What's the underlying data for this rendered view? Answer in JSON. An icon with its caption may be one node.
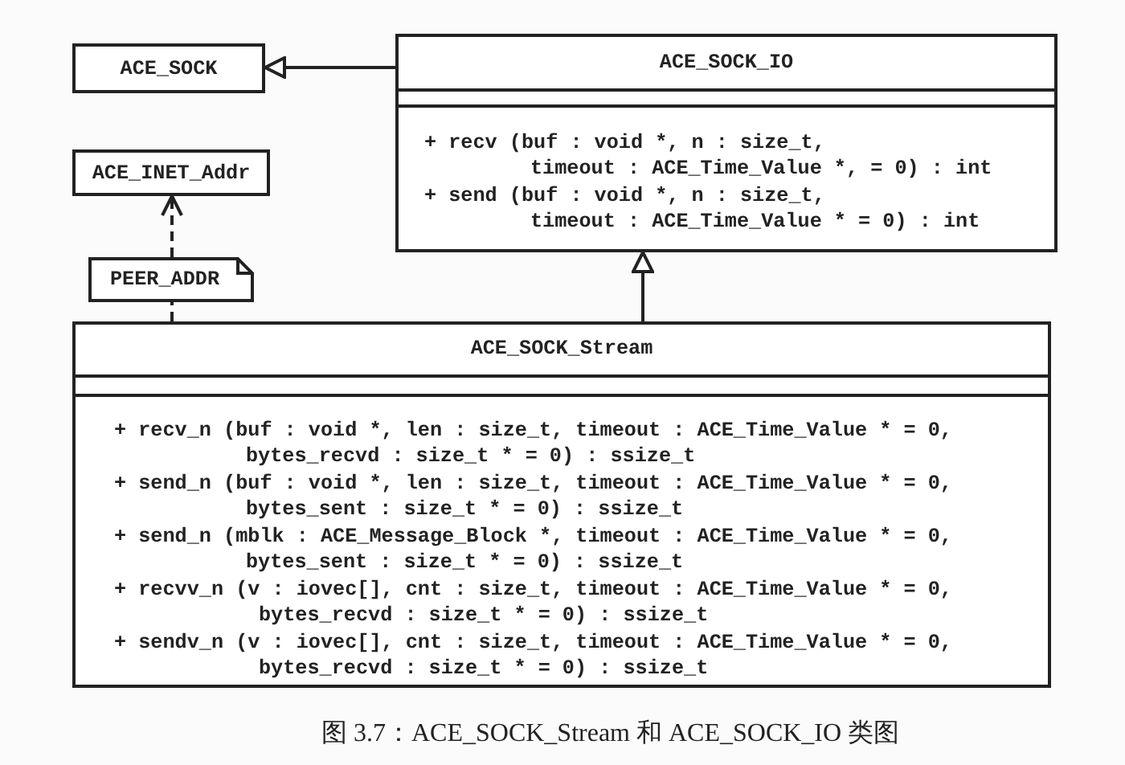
{
  "diagram": {
    "caption": "图 3.7：ACE_SOCK_Stream 和 ACE_SOCK_IO 类图",
    "nodes": [
      {
        "text": [
          "ACE_SOCK"
        ]
      },
      {
        "text": [
          "ACE_SOCK_IO",
          "+ recv (buf : void *, n : size_t, timeout : ACE_Time_Value *, = 0) : int",
          "+ send (buf : void *, n : size_t, timeout : ACE_Time_Value * = 0) : int"
        ]
      },
      {
        "text": [
          "ACE_INET_Addr"
        ]
      },
      {
        "text": [
          "PEER_ADDR"
        ]
      },
      {
        "text": [
          "ACE_SOCK_Stream",
          "+ recv_n (buf : void *, len : size_t, timeout : ACE_Time_Value * = 0, bytes_recvd : size_t * = 0) : ssize_t",
          "+ send_n (buf : void *, len : size_t, timeout : ACE_Time_Value * = 0, bytes_sent : size_t * = 0) : ssize_t",
          "+ send_n (mblk : ACE_Message_Block *, timeout : ACE_Time_Value * = 0, bytes_sent : size_t * = 0) : ssize_t",
          "+ recvv_n (v : iovec[], cnt : size_t, timeout : ACE_Time_Value * = 0, bytes_recvd : size_t * = 0) : ssize_t",
          "+ sendv_n (v : iovec[], cnt : size_t, timeout : ACE_Time_Value * = 0, bytes_recvd : size_t * = 0) : ssize_t"
        ]
      }
    ],
    "edges": [
      {
        "from": 1,
        "to": 0,
        "arrow": "to"
      },
      {
        "from": 3,
        "to": 2,
        "arrow": "to",
        "style": "dashed"
      },
      {
        "from": 4,
        "to": 3,
        "arrow": "none",
        "style": "dashed"
      },
      {
        "from": 4,
        "to": 1,
        "arrow": "to"
      }
    ]
  }
}
